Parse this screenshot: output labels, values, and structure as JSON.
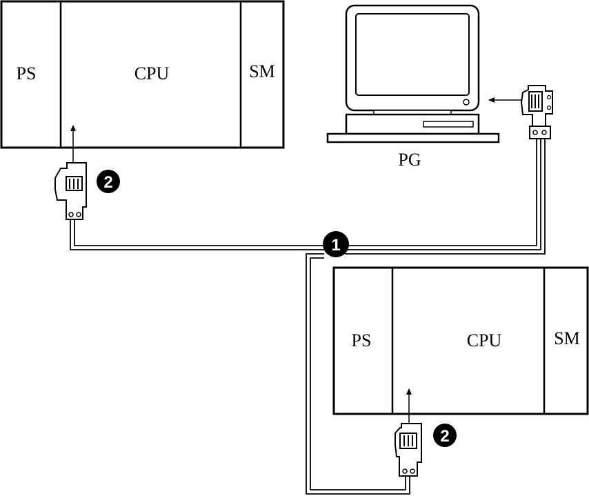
{
  "plc_top": {
    "ps": "PS",
    "cpu": "CPU",
    "sm": "SM"
  },
  "plc_bottom": {
    "ps": "PS",
    "cpu": "CPU",
    "sm": "SM"
  },
  "programmer": {
    "label": "PG"
  },
  "markers": {
    "bus_cable": "1",
    "connector_top": "2",
    "connector_bottom": "2"
  },
  "colors": {
    "line": "#000000",
    "background": "#ffffff",
    "marker_fill": "#000000",
    "marker_text": "#ffffff"
  }
}
